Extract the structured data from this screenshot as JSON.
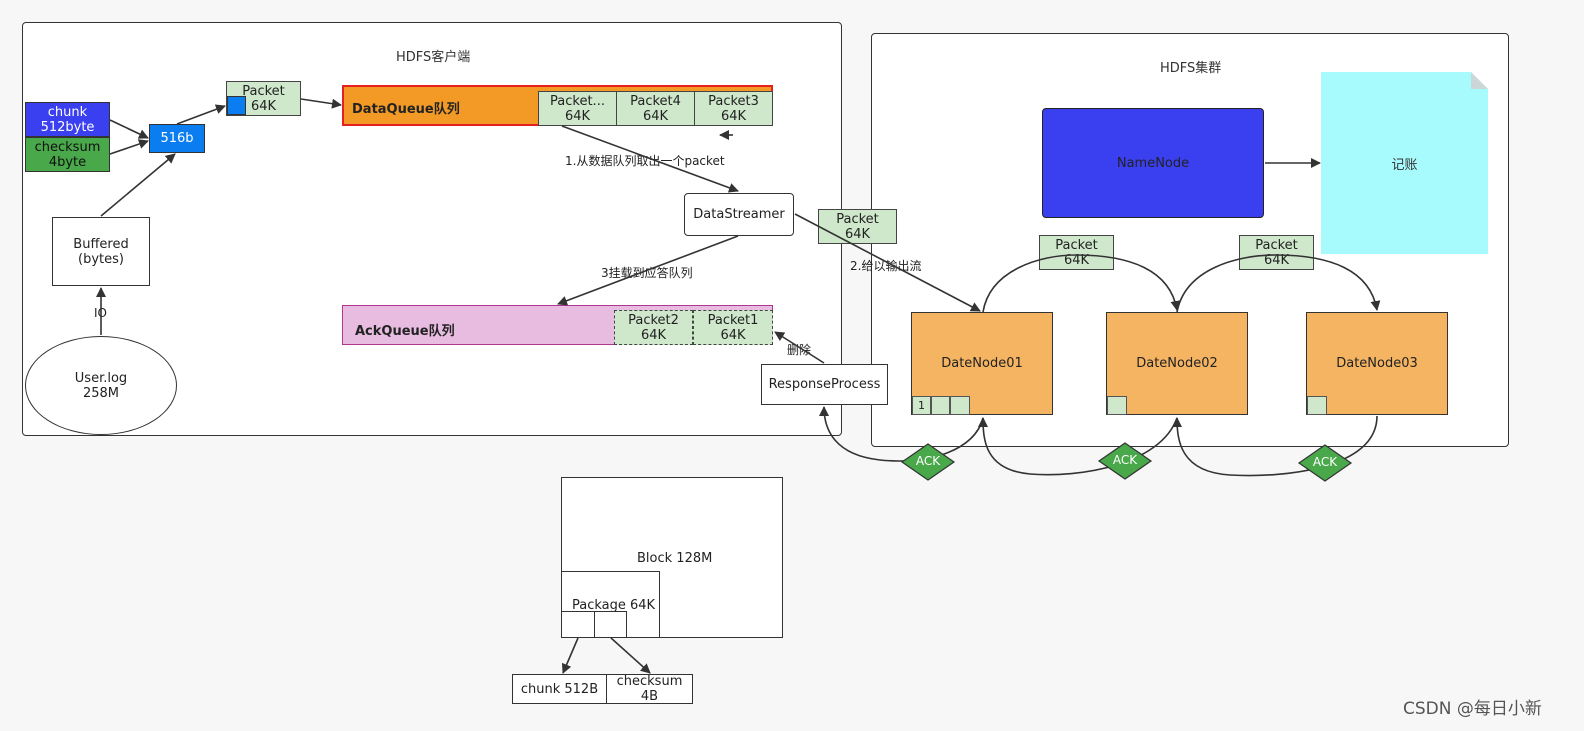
{
  "client": {
    "title": "HDFS客户端",
    "chunk": "chunk\n512byte",
    "checksum": "checksum\n4byte",
    "b516": "516b",
    "packet": "Packet\n64K",
    "buffered": "Buffered\n(bytes)",
    "io": "IO",
    "userlog": "User.log\n258M",
    "data_queue": "DataQueue队列",
    "dq_packets": [
      "Packet...\n64K",
      "Packet4\n64K",
      "Packet3\n64K"
    ],
    "step1": "1.从数据队列取出一个packet",
    "datastreamer": "DataStreamer",
    "step3": "3挂载到应答队列",
    "ack_queue": "AckQueue队列",
    "aq_packets": [
      "Packet2\n64K",
      "Packet1\n64K"
    ],
    "delete": "删除",
    "response": "ResponseProcess"
  },
  "cluster": {
    "title": "HDFS集群",
    "namenode": "NameNode",
    "ledger": "记账",
    "packet_label": "Packet\n64K",
    "step2": "2.给以输出流",
    "datanodes": [
      "DateNode01",
      "DateNode02",
      "DateNode03"
    ],
    "cell_one": "1",
    "ack": "ACK"
  },
  "block": {
    "block": "Block 128M",
    "package": "Package 64K",
    "chunk": "chunk 512B",
    "checksum": "checksum\n4B"
  },
  "watermark": "CSDN @每日小新",
  "colors": {
    "chunk_blue": "#3a3ff0",
    "checksum_green": "#48a84a",
    "b516_blue": "#0a7ef0",
    "packet_green": "#cfe8cc",
    "data_queue_orange": "#f29a25",
    "data_queue_border": "#e62020",
    "ack_queue_pink": "#e8bce0",
    "ack_queue_border": "#b0368e",
    "namenode_blue": "#3a3ff0",
    "ledger_cyan": "#a8fbfc",
    "datanode_orange": "#f5b462",
    "ack_diamond": "#48a84a"
  }
}
